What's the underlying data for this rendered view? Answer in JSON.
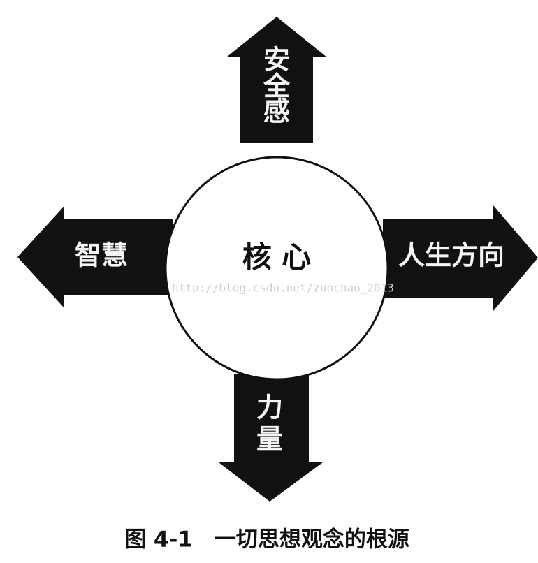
{
  "diagram": {
    "center_label": "核 心",
    "arrows": {
      "up": [
        "安",
        "全",
        "感"
      ],
      "left": "智慧",
      "right": "人生方向",
      "down": [
        "力",
        "量"
      ]
    },
    "watermark": "http://blog.csdn.net/zuochao_2013",
    "caption": "图 4-1　一切思想观念的根源"
  }
}
